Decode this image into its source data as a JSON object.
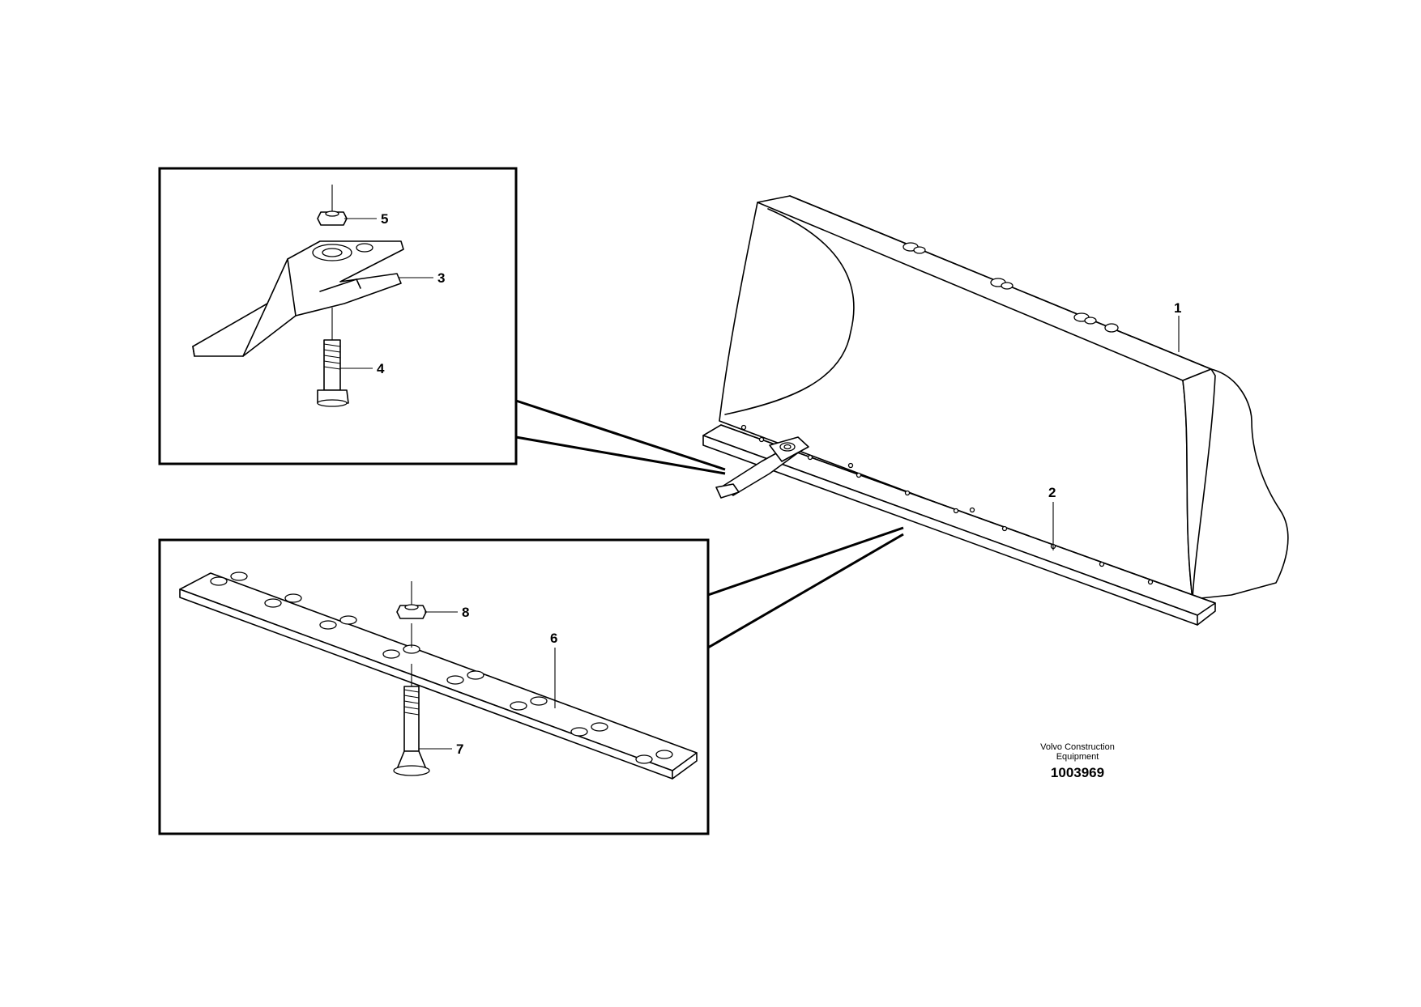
{
  "callouts": {
    "c1": "1",
    "c2": "2",
    "c3": "3",
    "c4": "4",
    "c5": "5",
    "c6": "6",
    "c7": "7",
    "c8": "8"
  },
  "credit": {
    "line1": "Volvo Construction",
    "line2": "Equipment",
    "doc_number": "1003969"
  }
}
